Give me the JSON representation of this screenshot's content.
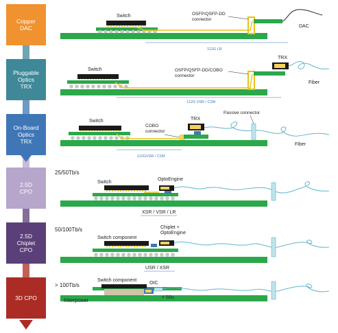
{
  "stages": [
    {
      "label": "Copper\nDAC",
      "color": "#f0922f",
      "text_color": "#ffffff"
    },
    {
      "label": "Pluggable\nOptics\nTRX",
      "color": "#3e8898",
      "text_color": "#ffffff"
    },
    {
      "label": "On-Board\nOptics\nTRX",
      "color": "#3f77b6",
      "text_color": "#ffffff"
    },
    {
      "label": "2.5D\nCPO",
      "color": "#b6a6cc",
      "text_color": "#ffffff"
    },
    {
      "label": "2.5D\nChiplet\nCPO",
      "color": "#5a3f78",
      "text_color": "#ffffff"
    },
    {
      "label": "3D CPO",
      "color": "#ab2c25",
      "text_color": "#ffffff"
    }
  ],
  "rows": [
    {
      "switch": "Switch",
      "connector": "OSFP/QSFP-DD\nconnector",
      "end_label": "DAC",
      "reach": "112G LR"
    },
    {
      "switch": "Switch",
      "connector": "OSFP/QSFP-DD/COBO\nconnector",
      "trx": "TRX",
      "end_label": "Fiber",
      "reach": "112G VSR / C2M"
    },
    {
      "switch": "Switch",
      "connector": "COBO\nconnector",
      "trx": "TRX",
      "passive": "Passive connector",
      "end_label": "Fiber",
      "reach": "112GVSR / C2M"
    },
    {
      "bandwidth": "25/50Tb/s",
      "switch": "Switch",
      "engine": "OptoEngine",
      "reach": "XSR / VSR / LR"
    },
    {
      "bandwidth": "50/100Tb/s",
      "switch": "Switch component",
      "engine": "Chiplet +\nOptoEngine",
      "reach": "USR / XSR"
    },
    {
      "bandwidth": "> 100Tb/s",
      "switch": "Switch component",
      "interposer": "Interposer",
      "oic": "OIC",
      "pitch": "< 50u"
    }
  ],
  "colors": {
    "board": "#2aa84a",
    "chip": "#1a1a1a",
    "trace": "#e8c21a",
    "fiber": "#5fb6cc",
    "connector": "#f3d35b"
  }
}
